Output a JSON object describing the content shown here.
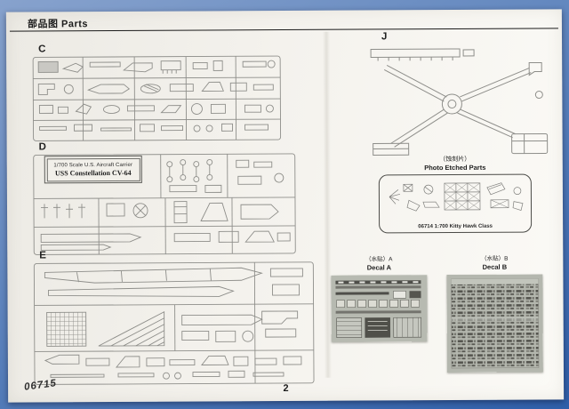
{
  "colors": {
    "backdrop_top": "#87a2cd",
    "backdrop_bottom": "#2f5fa9",
    "paper": "#f4f2ed",
    "ink": "#1c1c1c",
    "line_art": "#8e8e8a",
    "decal_sheet": "#b6b9b0"
  },
  "header": {
    "title": "部品图 Parts"
  },
  "sprues": {
    "c": {
      "label": "C"
    },
    "d": {
      "label": "D",
      "nameplate_line1": "1/700 Scale U.S. Aircraft Carrier",
      "nameplate_line2": "USS Constellation CV-64"
    },
    "e": {
      "label": "E"
    },
    "j": {
      "label": "J"
    }
  },
  "photo_etched": {
    "label_cn": "（蚀刻片）",
    "label_en": "Photo Etched Parts",
    "caption": "06714 1:700 Kitty Hawk Class"
  },
  "decals": {
    "a": {
      "label_cn": "（水贴）A",
      "label_en": "Decal A"
    },
    "b": {
      "label_cn": "（水贴）B",
      "label_en": "Decal B"
    }
  },
  "footer": {
    "item_number": "06715",
    "page_number": "2"
  }
}
